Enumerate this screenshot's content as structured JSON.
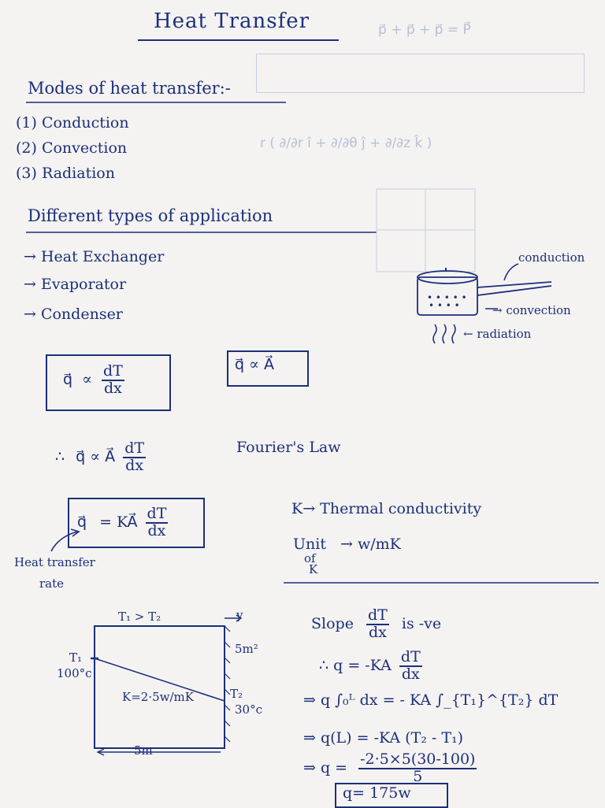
{
  "title": "Heat Transfer",
  "modes": {
    "heading": "Modes of heat transfer:-",
    "items": [
      "(1) Conduction",
      "(2) Convection",
      "(3) Radiation"
    ]
  },
  "applications": {
    "heading": "Different types of application",
    "items": [
      "→ Heat Exchanger",
      "→ Evaporator",
      "→ Condenser"
    ]
  },
  "pot_diagram": {
    "label_conduction": "conduction",
    "label_convection": "→ convection",
    "label_radiation": "← radiation"
  },
  "proportionality": {
    "q_symbol": "q⃗",
    "propto": "∝",
    "dT": "dT",
    "dx": "dx",
    "qA": "q⃗ ∝ A⃗"
  },
  "combined": {
    "therefore": "∴",
    "q_propto_A": "q⃗ ∝ A⃗",
    "dT": "dT",
    "dx": "dx",
    "law_name": "Fourier's Law"
  },
  "fourier": {
    "lhs": "q⃗",
    "rhs": "= KA⃗",
    "dT": "dT",
    "dx": "dx",
    "heat_rate_label_1": "Heat transfer",
    "heat_rate_label_2": "rate",
    "k_def": "K→ Thermal conductivity",
    "unit_of": "Unit",
    "of_word": "of",
    "k_word": "K",
    "unit_value": "→ w/mK"
  },
  "wall_diagram": {
    "t_condition": "T₁ > T₂",
    "y_axis": "y",
    "area": "5m²",
    "t1_label": "T₁",
    "t1_value": "100°c",
    "k_value": "K=2·5w/mK",
    "t2_label": "T₂",
    "t2_value": "30°c",
    "thickness": "5m"
  },
  "solution": {
    "slope_prefix": "Slope",
    "slope_dT": "dT",
    "slope_dx": "dx",
    "slope_suffix": "is -ve",
    "step1_prefix": "∴ q = -KA",
    "step1_dT": "dT",
    "step1_dx": "dx",
    "step2": "⇒ q ∫₀ᴸ dx = - KA ∫_{T₁}^{T₂} dT",
    "step3": "⇒ q(L) = -KA (T₂ - T₁)",
    "step4_prefix": "⇒ q =",
    "step4_num": "-2·5×5(30-100)",
    "step4_den": "5",
    "answer": "q= 175w"
  },
  "colors": {
    "ink": "#1c2f7a",
    "paper": "#f4f3f1",
    "ghost": "#b9bfd4"
  }
}
